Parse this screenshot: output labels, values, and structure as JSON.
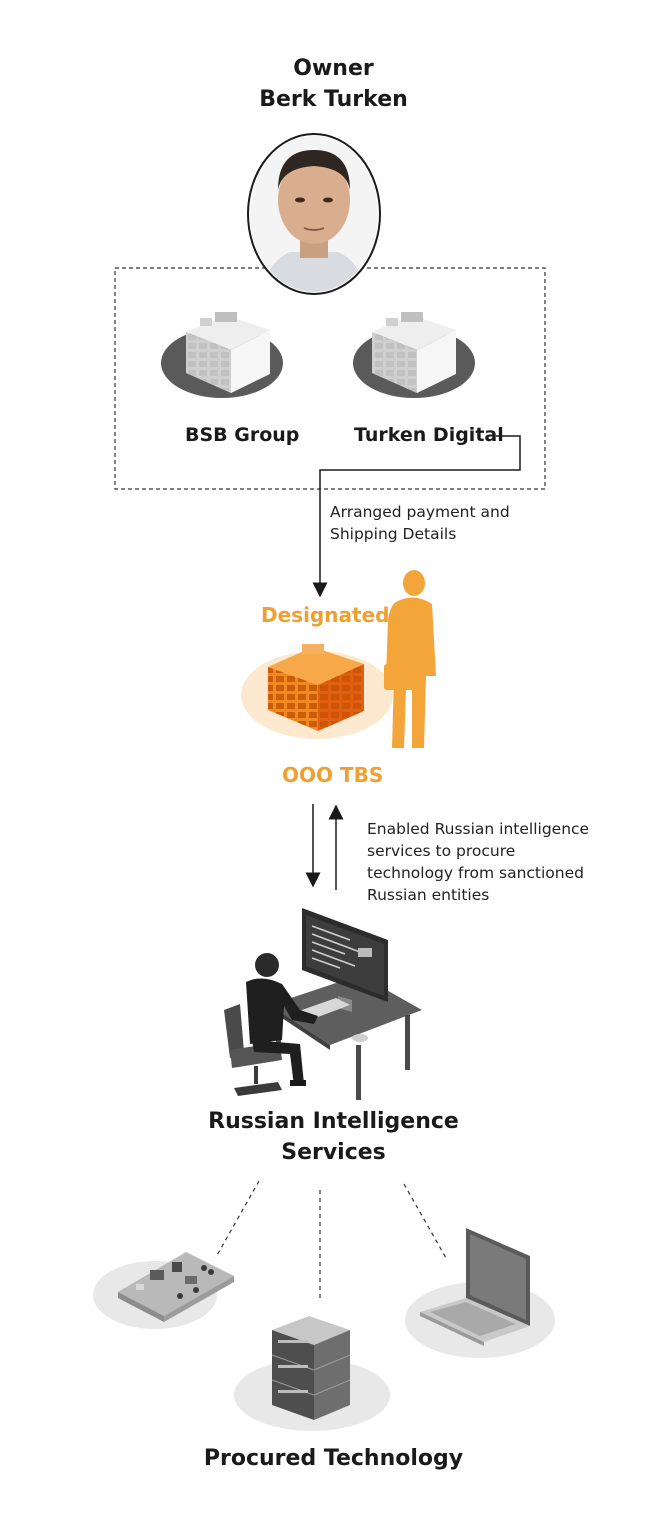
{
  "owner": {
    "role": "Owner",
    "name": "Berk Turken"
  },
  "companies": [
    {
      "name": "BSB Group"
    },
    {
      "name": "Turken Digital"
    }
  ],
  "flow_notes": {
    "payment": [
      "Arranged payment and",
      "Shipping Details"
    ],
    "procure": [
      "Enabled Russian intelligence",
      "services to procure",
      "technology from sanctioned",
      "Russian entities"
    ]
  },
  "designated_entity": {
    "status": "Designated",
    "name": "OOO TBS"
  },
  "intelligence": {
    "title_line1": "Russian Intelligence",
    "title_line2": "Services"
  },
  "procured": {
    "title": "Procured Technology",
    "items": [
      "circuit-board",
      "server-rack",
      "laptop"
    ]
  },
  "colors": {
    "accent": "#f0a030",
    "accent_dark": "#e07a10",
    "building_dark": "#5a5a5a",
    "shadow_light": "#e6e6e6"
  }
}
